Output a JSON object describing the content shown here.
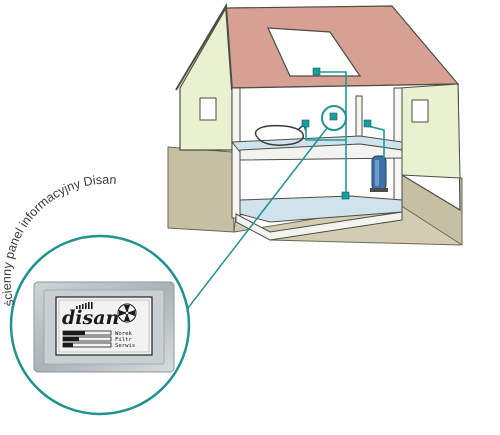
{
  "callout": {
    "label": "ścienny panel informacyjny Disan"
  },
  "panel": {
    "brand": "disan",
    "menu_items": [
      "Worek",
      "Filtr",
      "Serwis"
    ]
  },
  "colors": {
    "roof": "#d6a092",
    "wall": "#e8f1d0",
    "ground": "#c6bfa4",
    "floor_glass": "#cfe3ec",
    "pipe": "#1e9a9a",
    "circle_ring": "#22928f",
    "panel_frame": "#b8c0c6",
    "lcd_bg": "#f2f2f2"
  }
}
